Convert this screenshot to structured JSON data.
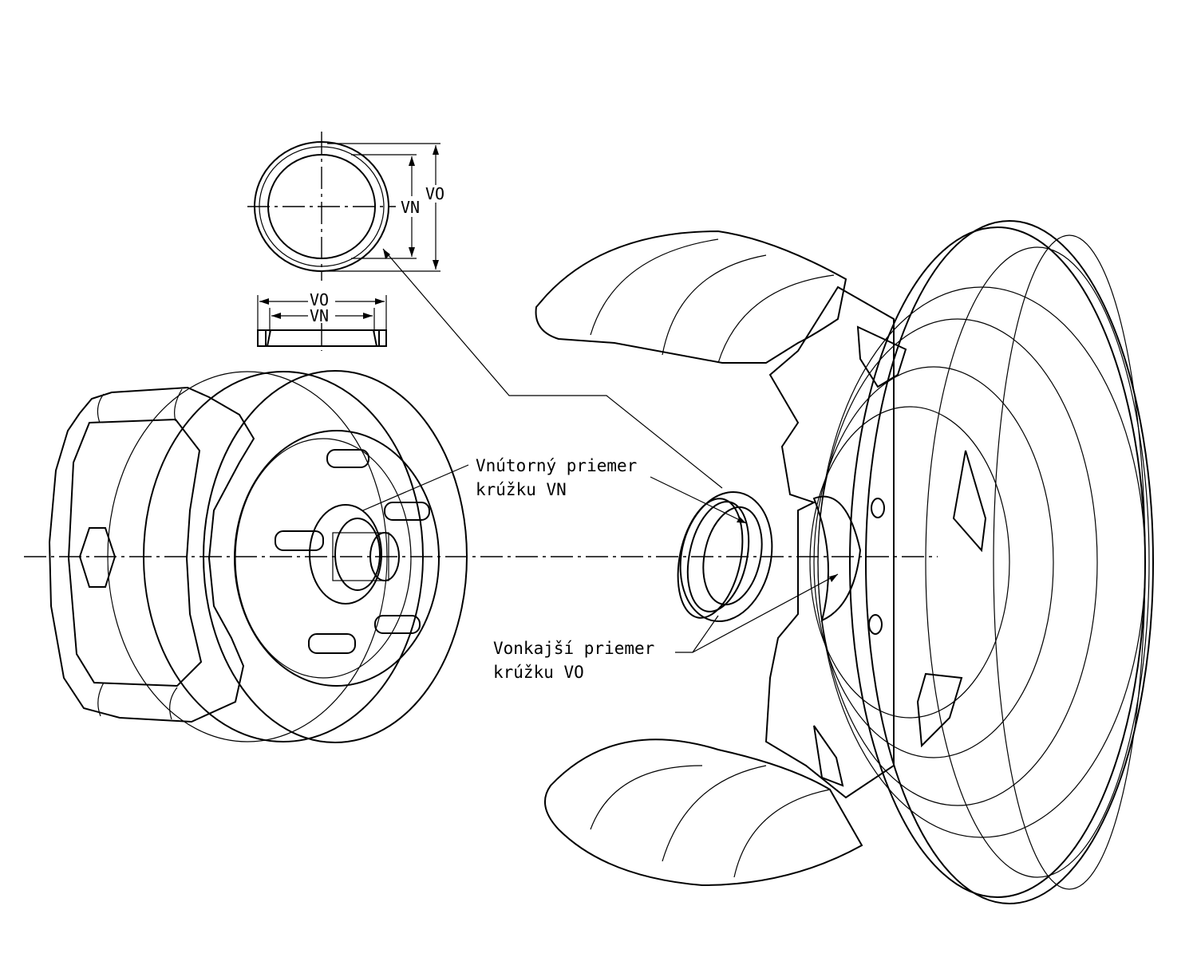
{
  "labels": {
    "inner_diameter_line1": "Vnútorný priemer",
    "inner_diameter_line2": "krúžku VN",
    "outer_diameter_line1": "Vonkajší priemer",
    "outer_diameter_line2": "krúžku VO"
  },
  "dimensions": {
    "vo": "VO",
    "vn": "VN"
  },
  "colors": {
    "ring": "#33ff33",
    "caliper": "#ff1a2e",
    "disc": "#d9d9d9",
    "wheel": "#c0c0c0"
  }
}
